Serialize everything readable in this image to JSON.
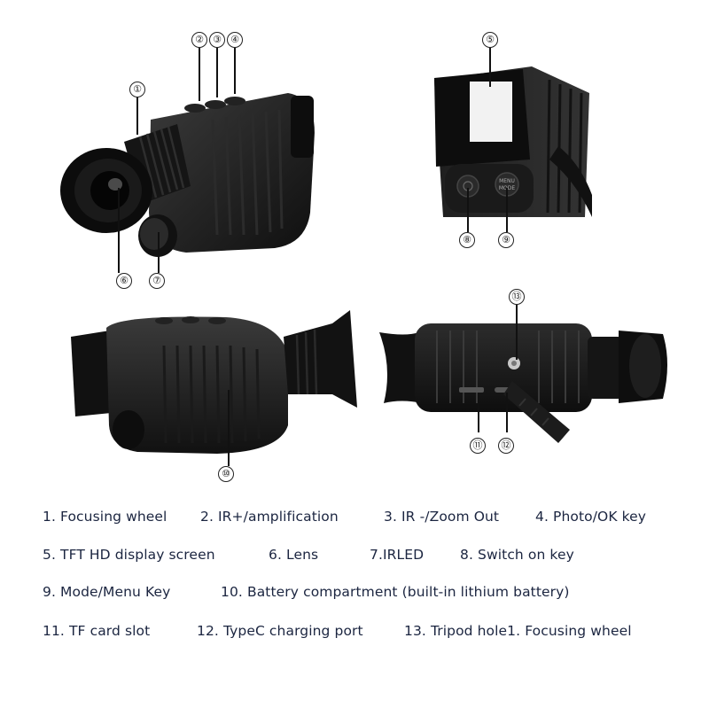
{
  "callouts": {
    "c1": "①",
    "c2": "②",
    "c3": "③",
    "c4": "④",
    "c5": "⑤",
    "c6": "⑥",
    "c7": "⑦",
    "c8": "⑧",
    "c9": "⑨",
    "c10": "⑩",
    "c11": "⑪",
    "c12": "⑫",
    "c13": "⑬"
  },
  "screen_buttons": {
    "menu_line1": "MENU",
    "menu_line2": "MODE"
  },
  "legend": [
    [
      "1. Focusing wheel",
      "2. IR+/amplification",
      "3. IR -/Zoom Out",
      "4. Photo/OK key"
    ],
    [
      "5. TFT HD display screen",
      "6. Lens",
      "7.IRLED",
      "8. Switch on key"
    ],
    [
      "9. Mode/Menu Key",
      "10. Battery compartment (built-in lithium battery)"
    ],
    [
      "11. TF card slot",
      "12. TypeC charging port",
      "13. Tripod hole1. Focusing wheel"
    ]
  ],
  "colors": {
    "body": "#161616",
    "body_highlight": "#3a3a3a",
    "legend_text": "#1b2540"
  }
}
